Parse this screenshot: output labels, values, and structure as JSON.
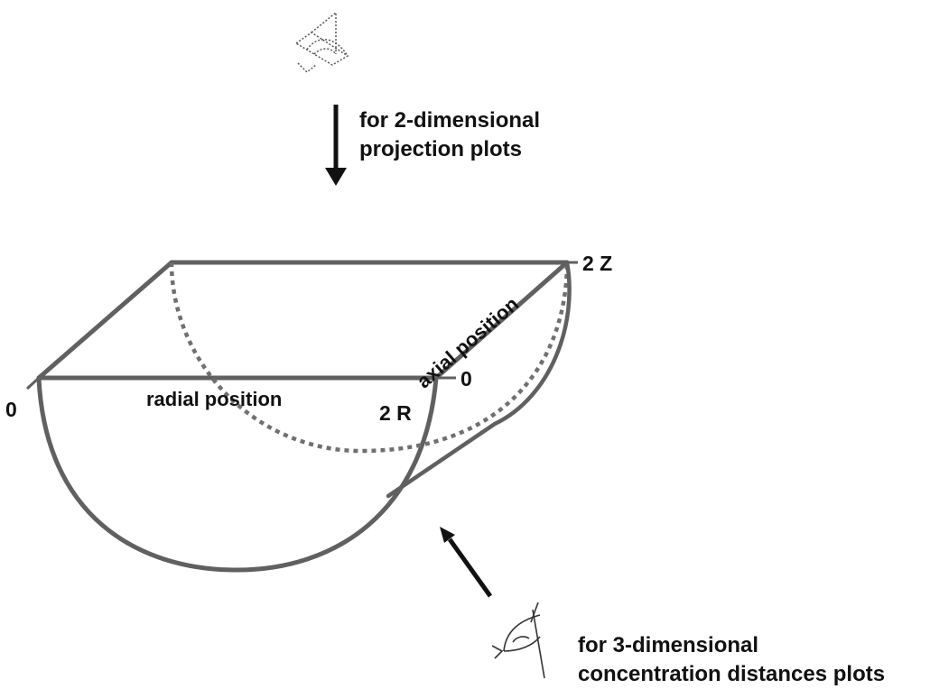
{
  "labels": {
    "radial_axis": "radial position",
    "axial_axis": "axial position",
    "radial_origin": "0",
    "radial_end": "2 R",
    "axial_origin": "0",
    "axial_end": "2 Z"
  },
  "views": {
    "top_caption": [
      "for 2-dimensional",
      "projection plots"
    ],
    "oblique_caption": [
      "for 3-dimensional",
      "concentration distances plots"
    ]
  },
  "icons": {
    "top_eye": "eye-looking-down-icon",
    "oblique_eye": "eye-looking-up-icon"
  },
  "colors": {
    "shape_stroke": "#606060",
    "arrow": "#111111",
    "text": "#111111"
  }
}
